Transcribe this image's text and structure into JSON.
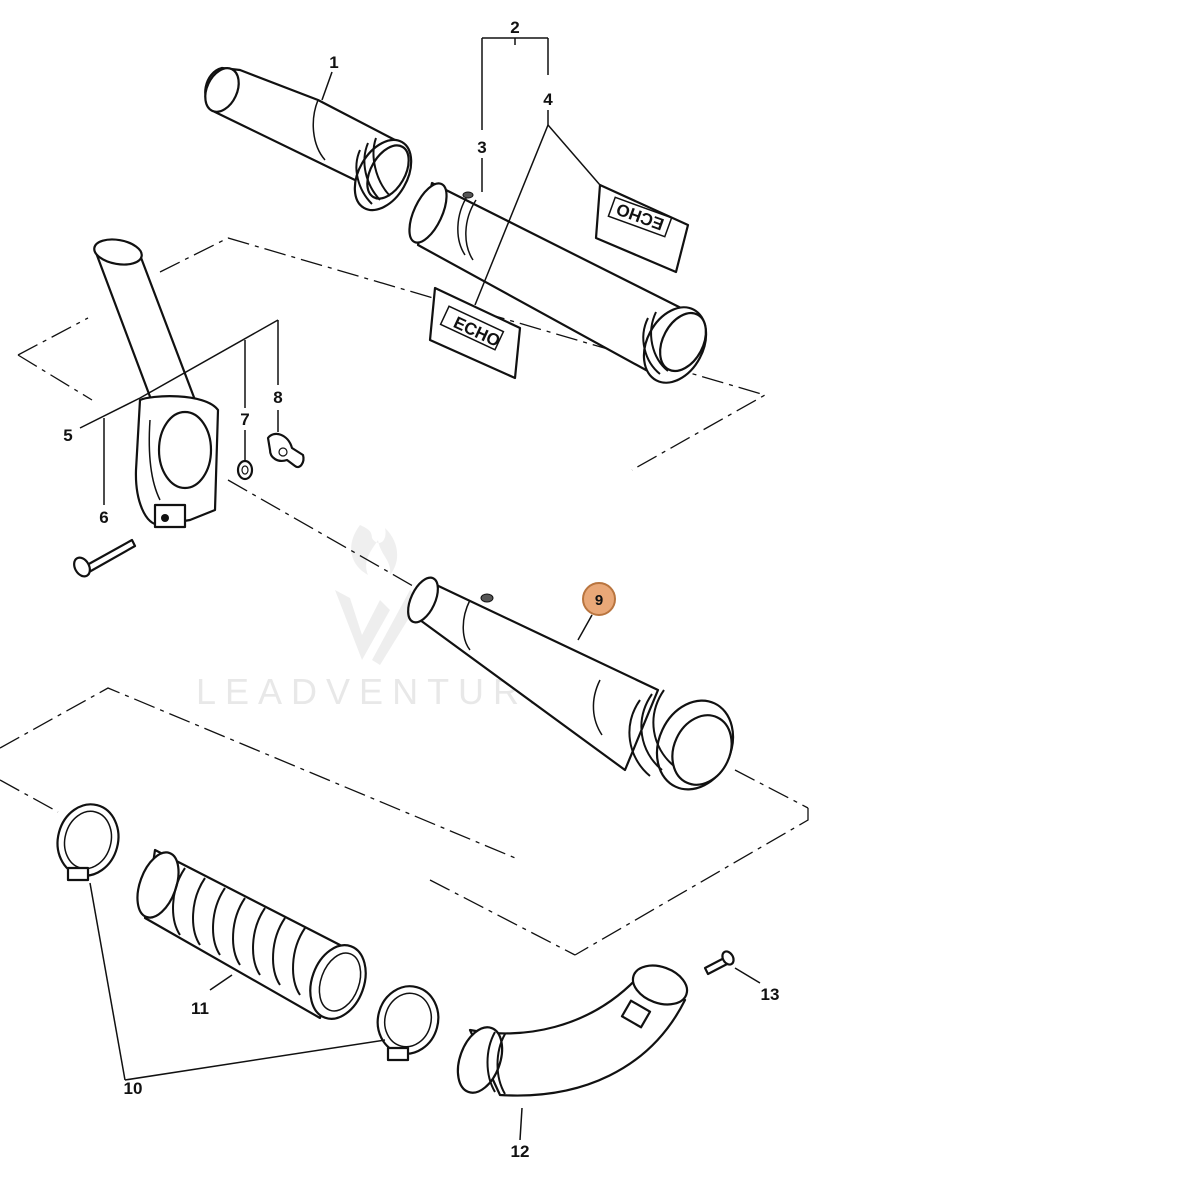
{
  "diagram": {
    "highlighted_part": "9",
    "highlight_color": "#e9a878",
    "highlight_stroke": "#b9753f",
    "watermark": "LEADVENTURE",
    "decal_text": "ECHO",
    "labels": {
      "p1": "1",
      "p2": "2",
      "p3": "3",
      "p4": "4",
      "p5": "5",
      "p6": "6",
      "p7": "7",
      "p8": "8",
      "p9": "9",
      "p10": "10",
      "p11": "11",
      "p12": "12",
      "p13": "13"
    }
  }
}
